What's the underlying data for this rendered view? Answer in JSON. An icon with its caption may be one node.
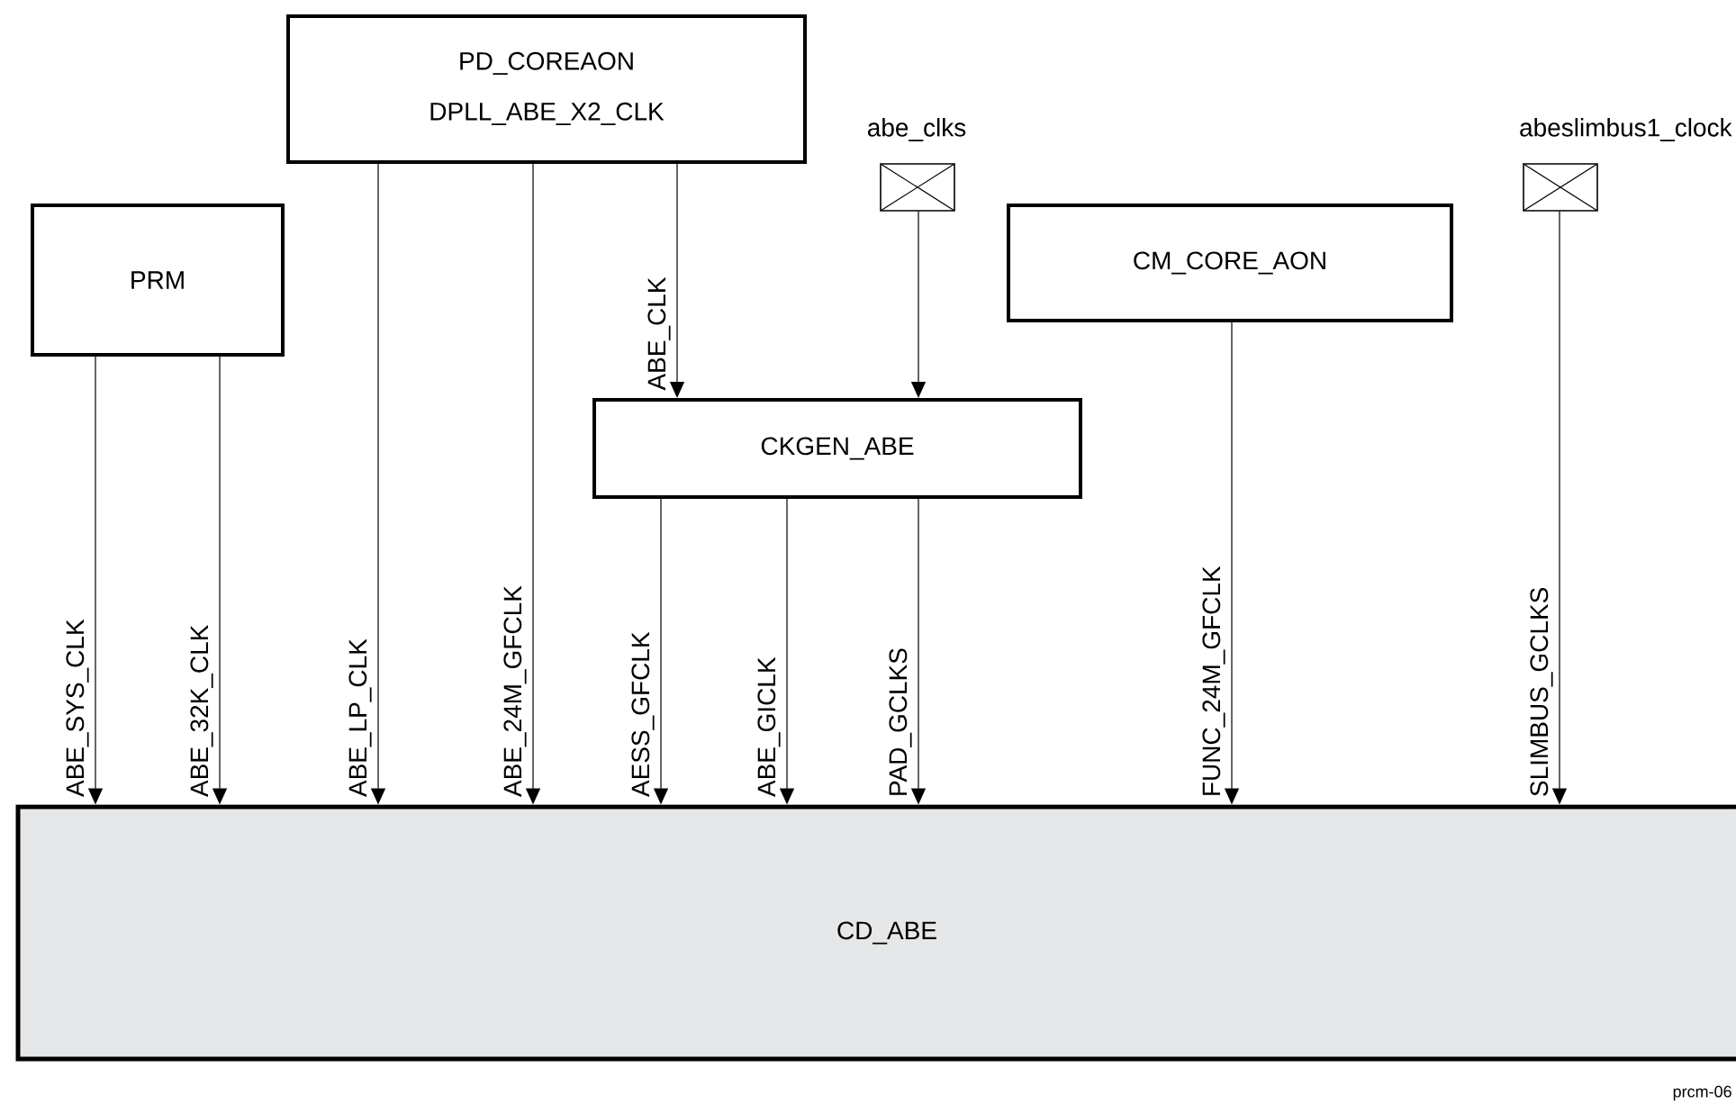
{
  "diagram": {
    "nodes": [
      {
        "text": [
          "PD_COREAON",
          "DPLL_ABE_X2_CLK"
        ]
      },
      {
        "text": [
          "PRM"
        ]
      },
      {
        "text": [
          "abe_clks"
        ]
      },
      {
        "text": [
          "CM_CORE_AON"
        ]
      },
      {
        "text": [
          "abeslimbus1_clock"
        ]
      },
      {
        "text": [
          "CKGEN_ABE"
        ]
      },
      {
        "text": [
          "CD_ABE"
        ]
      }
    ],
    "edges": [
      {
        "from": 1,
        "to": 6,
        "arrow": "to",
        "label": "ABE_SYS_CLK"
      },
      {
        "from": 1,
        "to": 6,
        "arrow": "to",
        "label": "ABE_32K_CLK"
      },
      {
        "from": 0,
        "to": 6,
        "arrow": "to",
        "label": "ABE_LP_CLK"
      },
      {
        "from": 0,
        "to": 6,
        "arrow": "to",
        "label": "ABE_24M_GFCLK"
      },
      {
        "from": 0,
        "to": 5,
        "arrow": "to",
        "label": "ABE_CLK"
      },
      {
        "from": 2,
        "to": 5,
        "arrow": "to"
      },
      {
        "from": 5,
        "to": 6,
        "arrow": "to",
        "label": "AESS_GFCLK"
      },
      {
        "from": 5,
        "to": 6,
        "arrow": "to",
        "label": "ABE_GICLK"
      },
      {
        "from": 5,
        "to": 6,
        "arrow": "to",
        "label": "PAD_GCLKS"
      },
      {
        "from": 3,
        "to": 6,
        "arrow": "to",
        "label": "FUNC_24M_GFCLK"
      },
      {
        "from": 4,
        "to": 6,
        "arrow": "to",
        "label": "SLIMBUS_GCLKS"
      }
    ],
    "labels": [
      "prcm-06"
    ]
  }
}
